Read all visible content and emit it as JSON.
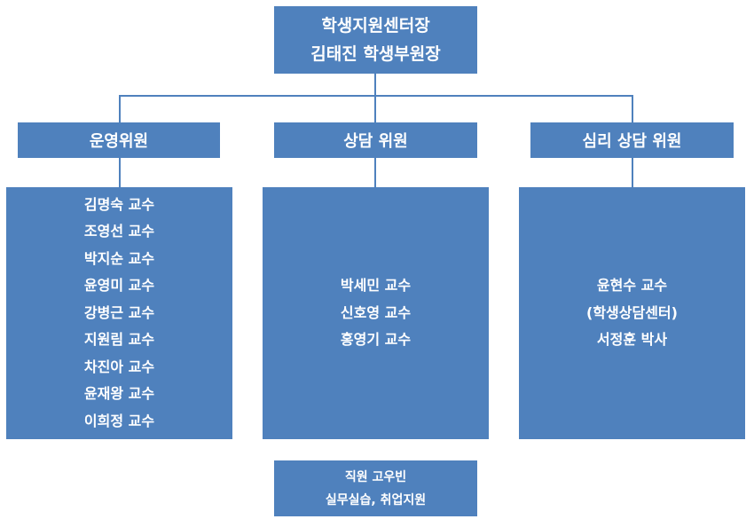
{
  "root": {
    "line1": "학생지원센터장",
    "line2": "김태진 학생부원장"
  },
  "committees": [
    {
      "title": "운영위원",
      "members": [
        "김명숙 교수",
        "조영선 교수",
        "박지순 교수",
        "윤영미 교수",
        "강병근 교수",
        "지원림 교수",
        "차진아 교수",
        "윤재왕 교수",
        "이희정 교수"
      ]
    },
    {
      "title": "상담 위원",
      "members": [
        "박세민 교수",
        "신호영 교수",
        "홍영기 교수"
      ]
    },
    {
      "title": "심리 상담 위원",
      "members": [
        "윤현수 교수",
        "(학생상담센터)",
        "서정훈 박사"
      ]
    }
  ],
  "staff": {
    "line1": "직원 고우빈",
    "line2": "실무실습, 취업지원"
  },
  "colors": {
    "box_fill": "#4f81bd",
    "text": "#ffffff",
    "connector": "#4f81bd"
  }
}
